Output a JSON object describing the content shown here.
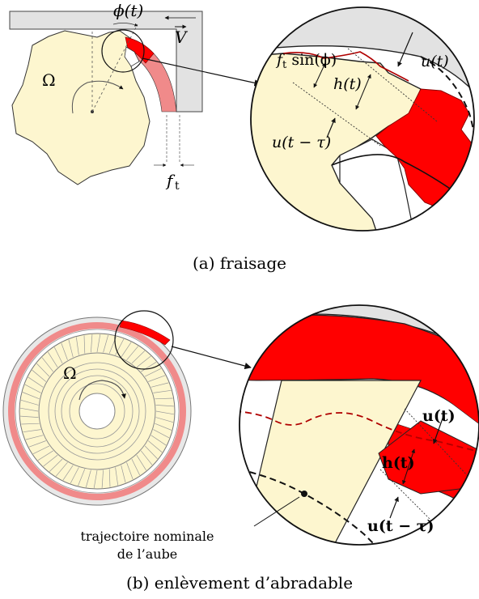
{
  "panel_a": {
    "phi_label": "ϕ(t)",
    "velocity_label": "V",
    "omega_label": "Ω",
    "feed_label": "f",
    "feed_sub": "t",
    "chip_label_f": "f",
    "chip_label_sub": "t",
    "chip_label_rest": " sin(ϕ)",
    "h_label": "h(t)",
    "u_label": "u(t)",
    "u_delay_label": "u(t − τ)",
    "caption": "(a) fraisage"
  },
  "panel_b": {
    "omega_label": "Ω",
    "u_label": "u(t)",
    "h_label": "h(t)",
    "u_delay_label": "u(t − τ)",
    "trajectory_line1": "trajectoire nominale",
    "trajectory_line2": "de l’aube",
    "caption": "(b) enlèvement d’abradable"
  },
  "colors": {
    "workpiece_grey": "#e2e2e2",
    "blade_cream": "#fdf6cf",
    "removed_red": "#ff0000",
    "light_red": "#f08a8a",
    "outline": "#222222"
  }
}
